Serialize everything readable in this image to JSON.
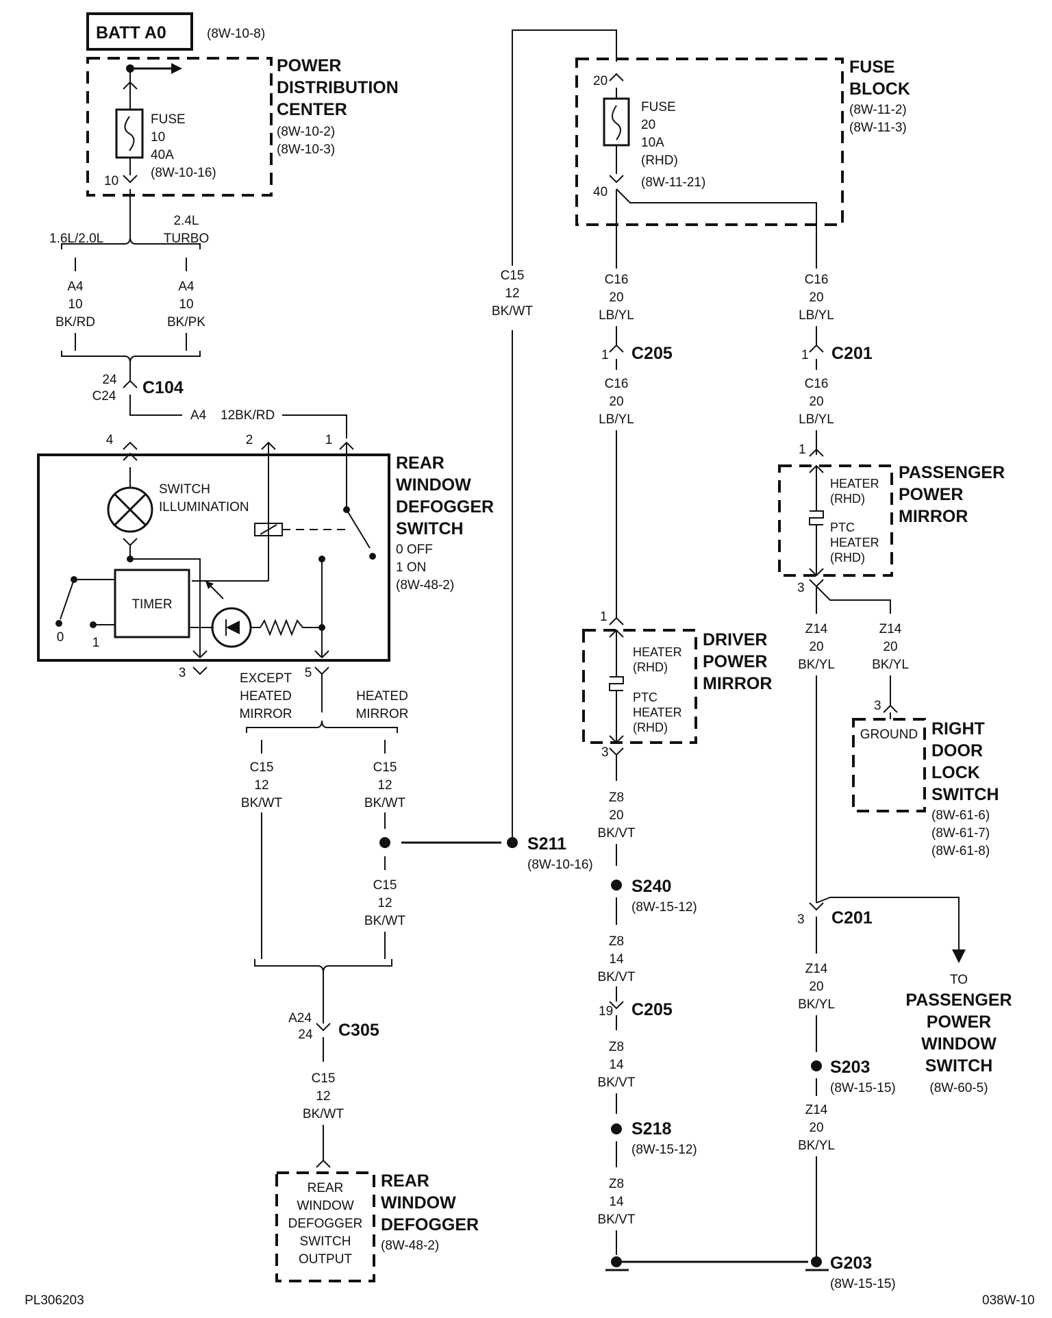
{
  "batt": {
    "label": "BATT A0",
    "ref": "(8W-10-8)"
  },
  "pdc": {
    "title": [
      "POWER",
      "DISTRIBUTION",
      "CENTER"
    ],
    "refs": [
      "(8W-10-2)",
      "(8W-10-3)"
    ],
    "fuse": [
      "FUSE",
      "10",
      "40A",
      "(8W-10-16)"
    ],
    "pin_out": "10"
  },
  "engine": {
    "left": "1.6L/2.0L",
    "right_top": "2.4L",
    "right_bottom": "TURBO"
  },
  "a4_left": [
    "A4",
    "10",
    "BK/RD"
  ],
  "a4_right": [
    "A4",
    "10",
    "BK/PK"
  ],
  "c104": {
    "name": "C104",
    "pin1": "24",
    "pin2": "C24"
  },
  "a4_wire": {
    "circuit": "A4",
    "gauge_color": "12BK/RD"
  },
  "switch": {
    "title": [
      "REAR",
      "WINDOW",
      "DEFOGGER",
      "SWITCH"
    ],
    "states": [
      "0 OFF",
      "1 ON"
    ],
    "ref": "(8W-48-2)",
    "illum": [
      "SWITCH",
      "ILLUMINATION"
    ],
    "timer": "TIMER",
    "pins": {
      "p4": "4",
      "p2": "2",
      "p1": "1",
      "p3": "3",
      "p5": "5",
      "pos0": "0",
      "pos1": "1"
    }
  },
  "branch": {
    "except": [
      "EXCEPT",
      "HEATED",
      "MIRROR"
    ],
    "heated": [
      "HEATED",
      "MIRROR"
    ]
  },
  "c15_wire": [
    "C15",
    "12",
    "BK/WT"
  ],
  "s211": {
    "name": "S211",
    "ref": "(8W-10-16)"
  },
  "c305": {
    "name": "C305",
    "pin1": "A24",
    "pin2": "24"
  },
  "defogger": {
    "box": [
      "REAR",
      "WINDOW",
      "DEFOGGER",
      "SWITCH",
      "OUTPUT"
    ],
    "title": [
      "REAR",
      "WINDOW",
      "DEFOGGER"
    ],
    "ref": "(8W-48-2)"
  },
  "fuse_block": {
    "title": [
      "FUSE",
      "BLOCK"
    ],
    "refs": [
      "(8W-11-2)",
      "(8W-11-3)"
    ],
    "fuse": [
      "FUSE",
      "20",
      "10A",
      "(RHD)",
      "(8W-11-21)"
    ],
    "pin_in": "20",
    "pin_out": "40"
  },
  "c16_wire": [
    "C16",
    "20",
    "LB/YL"
  ],
  "c205": {
    "name": "C205",
    "pin": "1",
    "pin2": "19"
  },
  "c201": {
    "name": "C201",
    "pin": "1",
    "pin2": "3"
  },
  "driver_mirror": {
    "title": [
      "DRIVER",
      "POWER",
      "MIRROR"
    ],
    "heater": [
      "HEATER",
      "(RHD)"
    ],
    "ptc": [
      "PTC",
      "HEATER",
      "(RHD)"
    ],
    "pin_in": "1",
    "pin_out": "3"
  },
  "passenger_mirror": {
    "title": [
      "PASSENGER",
      "POWER",
      "MIRROR"
    ],
    "heater": [
      "HEATER",
      "(RHD)"
    ],
    "ptc": [
      "PTC",
      "HEATER",
      "(RHD)"
    ],
    "pin_in": "1",
    "pin_out": "3"
  },
  "z8_20": [
    "Z8",
    "20",
    "BK/VT"
  ],
  "z8_14": [
    "Z8",
    "14",
    "BK/VT"
  ],
  "z14_wire": [
    "Z14",
    "20",
    "BK/YL"
  ],
  "s240": {
    "name": "S240",
    "ref": "(8W-15-12)"
  },
  "s218": {
    "name": "S218",
    "ref": "(8W-15-12)"
  },
  "s203": {
    "name": "S203",
    "ref": "(8W-15-15)"
  },
  "g203": {
    "name": "G203",
    "ref": "(8W-15-15)"
  },
  "door_lock": {
    "box": "GROUND",
    "title": [
      "RIGHT",
      "DOOR",
      "LOCK",
      "SWITCH"
    ],
    "refs": [
      "(8W-61-6)",
      "(8W-61-7)",
      "(8W-61-8)"
    ],
    "pin": "3"
  },
  "to_switch": {
    "lines": [
      "TO",
      "PASSENGER",
      "POWER",
      "WINDOW",
      "SWITCH"
    ],
    "ref": "(8W-60-5)"
  },
  "footer": {
    "left": "PL306203",
    "right": "038W-10"
  }
}
